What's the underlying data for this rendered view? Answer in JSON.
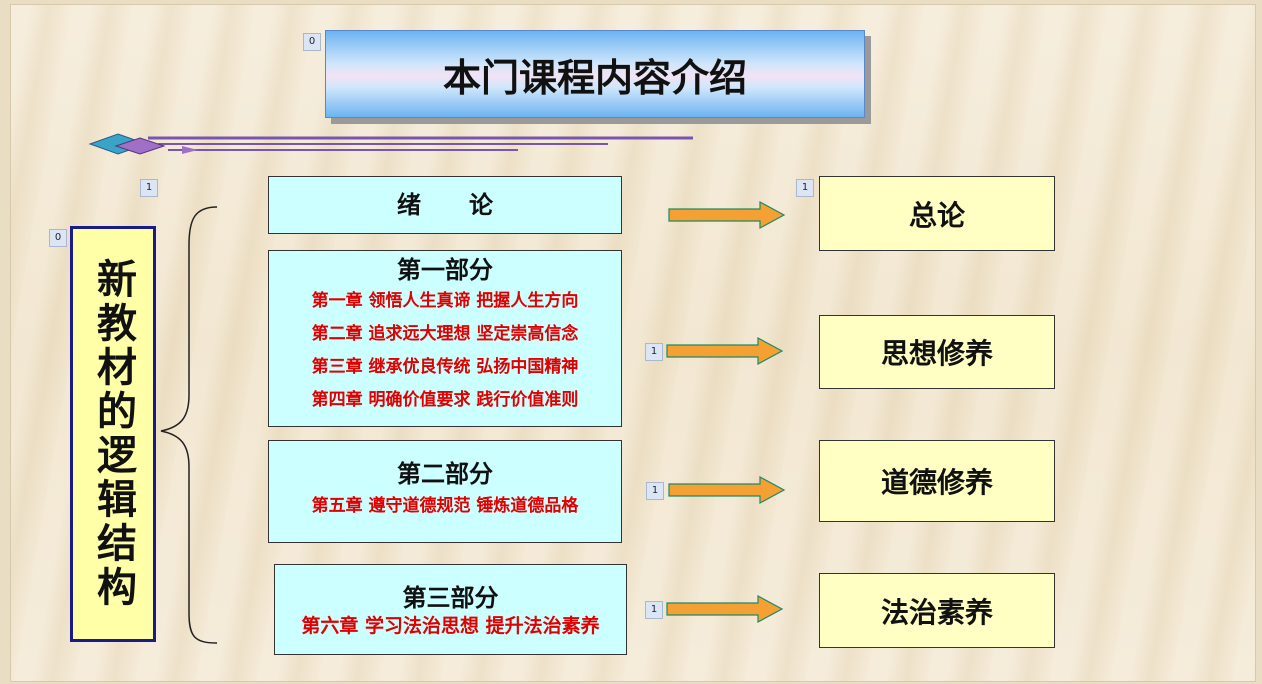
{
  "title": "本门课程内容介绍",
  "vertical_label": "新教材的逻辑结构",
  "badges": {
    "title": "0",
    "vertical": "0",
    "intro": "1",
    "intro_right": "1",
    "part1": "1",
    "part2": "1",
    "part3": "1"
  },
  "sections": {
    "intro": {
      "heading": "绪　　论"
    },
    "part1": {
      "heading": "第一部分",
      "chapters": [
        "第一章  领悟人生真谛 把握人生方向",
        "第二章  追求远大理想 坚定崇高信念",
        "第三章  继承优良传统 弘扬中国精神",
        "第四章  明确价值要求 践行价值准则"
      ]
    },
    "part2": {
      "heading": "第二部分",
      "chapters": [
        "第五章  遵守道德规范 锤炼道德品格"
      ]
    },
    "part3": {
      "heading": "第三部分",
      "chapters": [
        "第六章  学习法治思想 提升法治素养"
      ]
    }
  },
  "topics": {
    "general": "总论",
    "thought": "思想修养",
    "morality": "道德修养",
    "law": "法治素养"
  },
  "colors": {
    "chapter_text": "#e00000",
    "left_box_fill": "#ccffff",
    "right_box_fill": "#ffffc4",
    "arrow_fill": "#f5a033",
    "arrow_stroke": "#1c8a6a",
    "vertical_border": "#1a1a88"
  }
}
